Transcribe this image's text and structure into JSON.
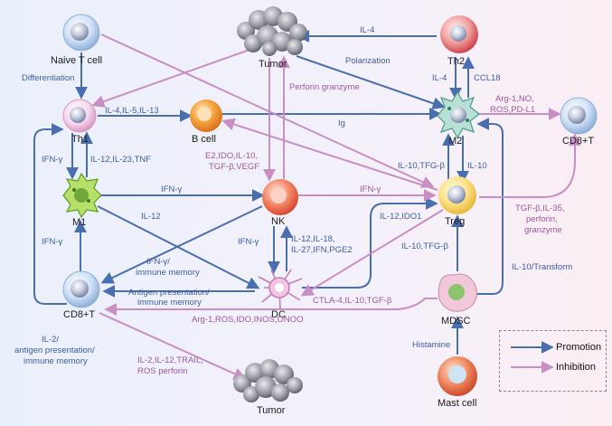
{
  "cells": {
    "naive_t": "Naive T cell",
    "tumor_top": "Tumor",
    "th2": "Th2",
    "th1": "Th1",
    "b_cell": "B cell",
    "m2": "M2",
    "cd8_right": "CD8+T",
    "m1": "M1",
    "nk": "NK",
    "treg": "Treg",
    "dc": "DC",
    "cd8_left": "CD8+T",
    "mdsc": "MDSC",
    "tumor_bottom": "Tumor",
    "mast": "Mast cell"
  },
  "labels": {
    "il4_top": "IL-4",
    "polarization": "Polarization",
    "differentiation": "Differentiation",
    "perforin_granzyme": "Perforin granzyme",
    "il4_th2": "IL-4",
    "ccl18": "CCL18",
    "arg1_1": "Arg-1,NO,",
    "arg1_2": "ROS,PD-L1",
    "il4_il5_il13": "IL-4,IL-5,IL-13",
    "ig": "Ig",
    "ifng_th1": "IFN-γ",
    "il12_23_tnf": "IL-12,IL-23,TNF",
    "e2_1": "E2,IDO,IL-10,",
    "e2_2": "TGF-β,VEGF",
    "il10_tgfb_m2": "IL-10,TFG-β",
    "il10_m2": "IL-10",
    "ifng_m1_nk": "IFN-γ",
    "ifng_nk_treg": "IFN-γ",
    "tgfb_1": "TGF-β,IL-35,",
    "tgfb_2": "perforin,",
    "tgfb_3": "granzyme",
    "il12_m1": "IL-12",
    "il12_ido1": "IL-12,IDO1",
    "ifng_m1_cd8": "IFN-γ",
    "ifng_nk_dc": "IFN-γ",
    "il12_list_1": "IL-12,IL-18,",
    "il12_list_2": "IL-27,IFN,PGE2",
    "ifng_mem_1": "IFN-γ/",
    "ifng_mem_2": "immune memory",
    "il10_tfgb_mdsc": "IL-10,TFG-β",
    "il10_transform": "IL-10/Transform",
    "antigen_1": "Antigen presentation/",
    "antigen_2": "immune memory",
    "ctla4": "CTLA-4,IL-10,TGF-β",
    "arg1_ros": "Arg-1,ROS,IDO,INOS,ONOO",
    "il2_1": "IL-2/",
    "il2_2": "antigen presentation/",
    "il2_3": "immune memory",
    "il2_trail_1": "IL-2,IL-12,TRAIL,",
    "il2_trail_2": "ROS perforin",
    "histamine": "Histamine"
  },
  "legend": {
    "promotion": "Promotion",
    "inhibition": "Inhibition"
  },
  "colors": {
    "promotion": "#4a6fb0",
    "inhibition": "#c98fc4"
  }
}
